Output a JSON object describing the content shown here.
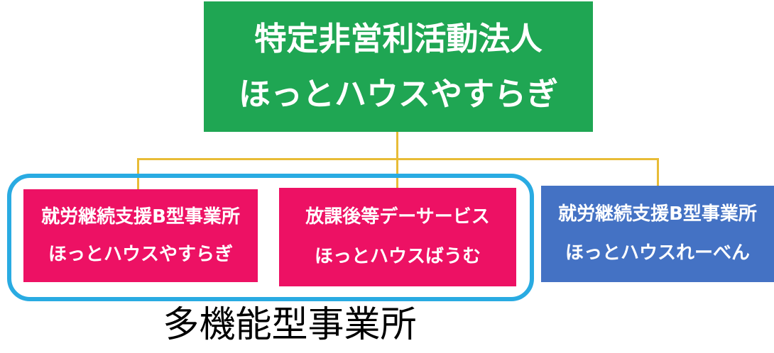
{
  "chart": {
    "type": "org-chart",
    "root": {
      "line1": "特定非営利活動法人",
      "line2": "ほっとハウスやすらぎ"
    },
    "children": [
      {
        "line1": "就労継続支援B型事業所",
        "line2": "ほっとハウスやすらぎ"
      },
      {
        "line1": "放課後等デーサービス",
        "line2": "ほっとハウスばうむ"
      },
      {
        "line1": "就労継続支援B型事業所",
        "line2": "ほっとハウスれーべん"
      }
    ],
    "group_label": "多機能型事業所",
    "colors": {
      "root_fill": "#1FA653",
      "pink_fill": "#ED1164",
      "blue_fill": "#4472C4",
      "group_outline": "#29ABE2",
      "connector": "#E8BC37",
      "box_text": "#FFFFFF",
      "label_text": "#000000",
      "background": "#FFFFFF"
    }
  }
}
